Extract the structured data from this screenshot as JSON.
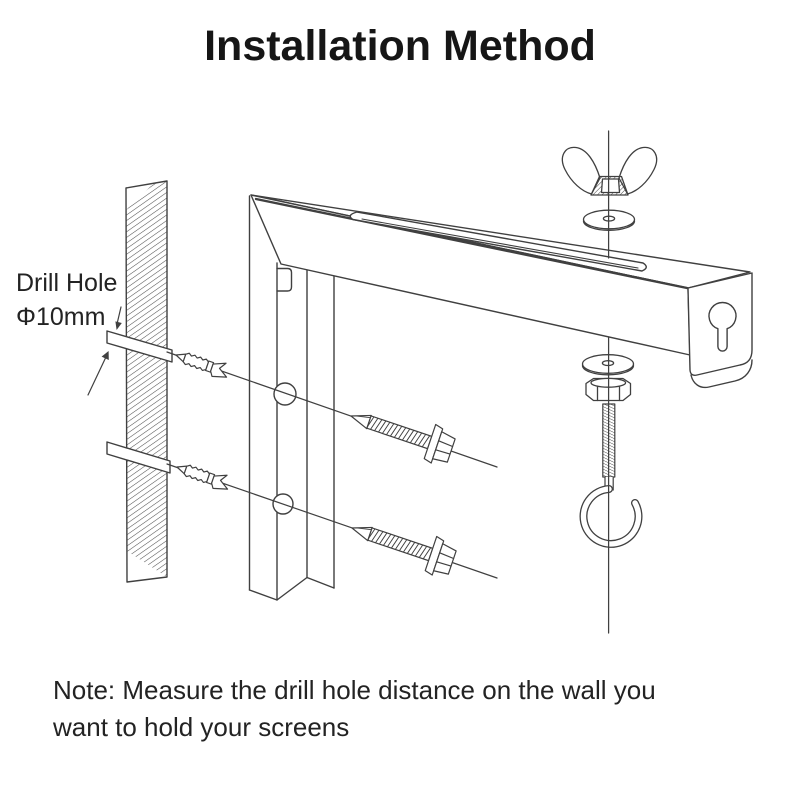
{
  "page": {
    "title": "Installation Method",
    "background": "#ffffff"
  },
  "colors": {
    "line": "#404040",
    "title_text": "#161616",
    "body_text": "#232323"
  },
  "labels": {
    "drill_hole": {
      "line1": "Drill Hole",
      "line2": "Φ10mm"
    },
    "note": {
      "line1": "Note: Measure the drill hole distance on the wall you",
      "line2": "want to hold your screens"
    }
  },
  "diagram": {
    "parts": [
      "wall-cross-section",
      "drill-hole-tube-upper",
      "drill-hole-tube-lower",
      "drill-hole-pointer-arrows",
      "wall-anchor-upper",
      "wall-anchor-lower",
      "lag-screw-upper",
      "lag-screw-lower",
      "l-bracket",
      "bracket-top-slot",
      "keyhole-slot",
      "bracket-hole-upper",
      "bracket-hole-lower",
      "wing-nut",
      "washer-upper",
      "washer-lower",
      "hex-nut",
      "hook-bolt",
      "assembly-axis-line"
    ]
  }
}
